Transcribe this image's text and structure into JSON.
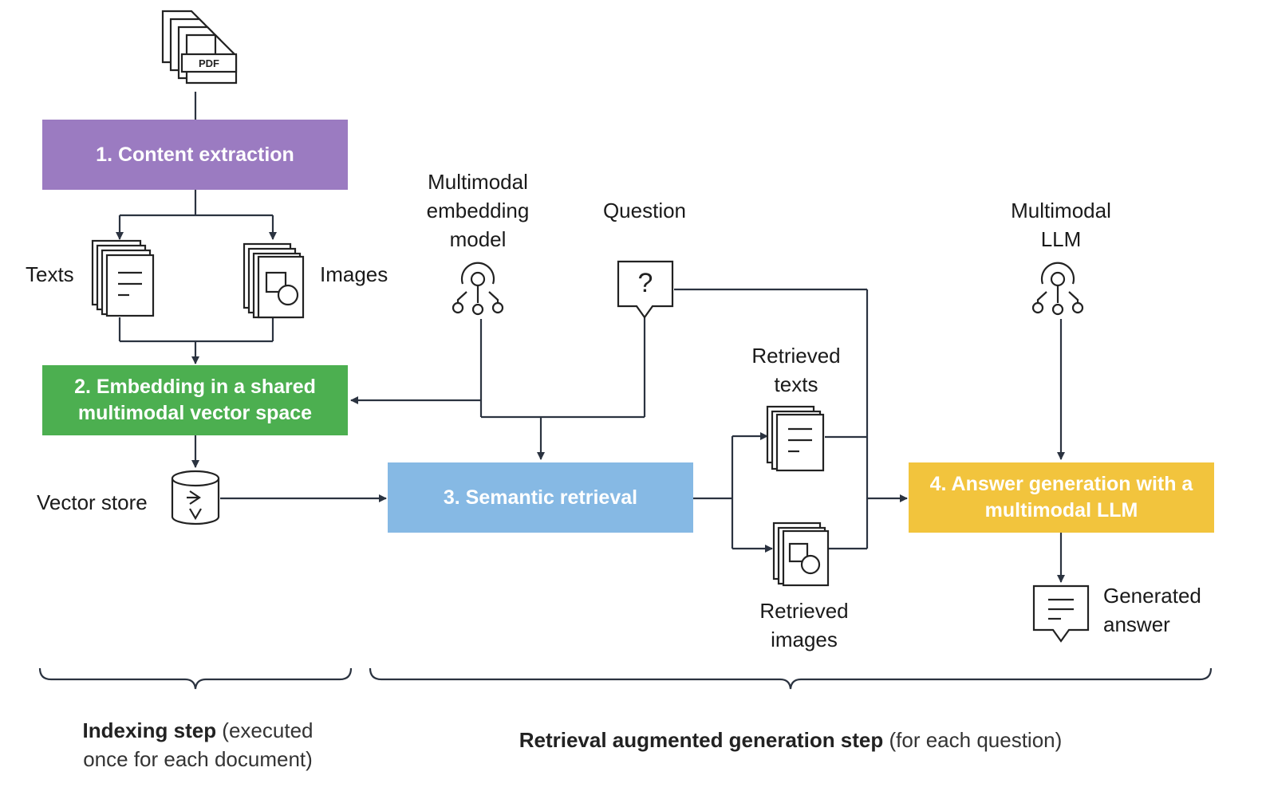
{
  "steps": {
    "content_extraction": "1. Content extraction",
    "embedding_line1": "2. Embedding in a shared",
    "embedding_line2": "multimodal vector space",
    "semantic_retrieval": "3. Semantic retrieval",
    "answer_line1": "4. Answer generation with a",
    "answer_line2": "multimodal LLM"
  },
  "labels": {
    "pdf": "PDF",
    "texts": "Texts",
    "images": "Images",
    "embedding_model_line1": "Multimodal",
    "embedding_model_line2": "embedding",
    "embedding_model_line3": "model",
    "question": "Question",
    "question_mark": "?",
    "llm_line1": "Multimodal",
    "llm_line2": "LLM",
    "vector_store": "Vector store",
    "retrieved_texts_line1": "Retrieved",
    "retrieved_texts_line2": "texts",
    "retrieved_images_line1": "Retrieved",
    "retrieved_images_line2": "images",
    "generated_answer_line1": "Generated",
    "generated_answer_line2": "answer"
  },
  "captions": {
    "indexing_bold": "Indexing step",
    "indexing_rest1": " (executed",
    "indexing_line2": "once for each document)",
    "rag_bold": "Retrieval augmented generation step",
    "rag_rest": " (for each question)"
  },
  "colors": {
    "content_extraction": "#9b7bc1",
    "embedding": "#4caf50",
    "semantic_retrieval": "#86b9e4",
    "answer_generation": "#f2c43d",
    "line": "#2b3340"
  },
  "icons": [
    "pdf-stack-icon",
    "text-docs-icon",
    "image-docs-icon",
    "neural-model-icon",
    "question-bubble-icon",
    "database-icon",
    "answer-bubble-icon"
  ]
}
